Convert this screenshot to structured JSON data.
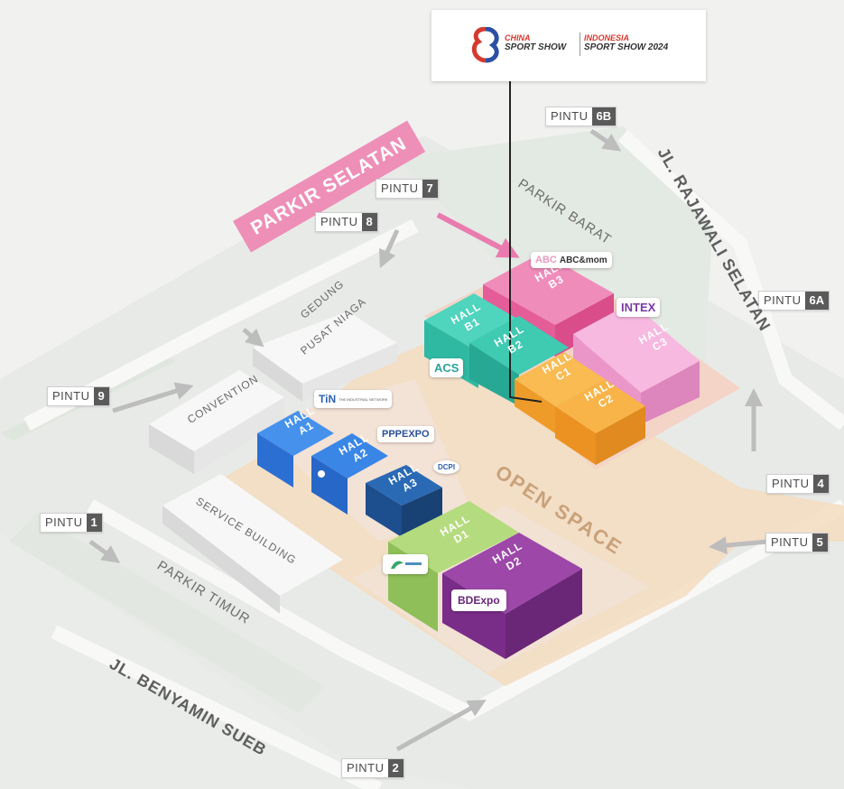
{
  "logo": {
    "line1_left": "CHINA",
    "line2_left": "SPORT SHOW",
    "line1_right": "INDONESIA",
    "line2_right": "SPORT SHOW 2024"
  },
  "banner": {
    "parkir_selatan": "PARKIR SELATAN"
  },
  "gates": [
    {
      "word": "PINTU",
      "num": "6B"
    },
    {
      "word": "PINTU",
      "num": "7"
    },
    {
      "word": "PINTU",
      "num": "8"
    },
    {
      "word": "PINTU",
      "num": "6A"
    },
    {
      "word": "PINTU",
      "num": "9"
    },
    {
      "word": "PINTU",
      "num": "4"
    },
    {
      "word": "PINTU",
      "num": "1"
    },
    {
      "word": "PINTU",
      "num": "5"
    },
    {
      "word": "PINTU",
      "num": "2"
    }
  ],
  "labels": {
    "road_rajawali": "JL. RAJAWALI SELATAN",
    "road_benyamin": "JL. BENYAMIN SUEB",
    "parkir_barat": "PARKIR BARAT",
    "parkir_timur": "PARKIR TIMUR",
    "gedung_line1": "GEDUNG",
    "gedung_line2": "PUSAT NIAGA",
    "convention": "CONVENTION",
    "service_building": "SERVICE BUILDING",
    "open_space": "OPEN SPACE"
  },
  "halls": [
    {
      "word": "HALL",
      "code": "B3"
    },
    {
      "word": "HALL",
      "code": "B1"
    },
    {
      "word": "HALL",
      "code": "B2"
    },
    {
      "word": "HALL",
      "code": "C3"
    },
    {
      "word": "HALL",
      "code": "C1"
    },
    {
      "word": "HALL",
      "code": "C2"
    },
    {
      "word": "HALL",
      "code": "A1"
    },
    {
      "word": "HALL",
      "code": "A2"
    },
    {
      "word": "HALL",
      "code": "A3"
    },
    {
      "word": "HALL",
      "code": "D1"
    },
    {
      "word": "HALL",
      "code": "D2"
    }
  ],
  "exhibitor_logos": {
    "abc": "ABC",
    "abcmom": "ABC&mom",
    "intex": "INTEX",
    "acs": "ACS",
    "tin": "TiN",
    "tin_sub": "THE INDUSTRIAL NETWORK",
    "ppp": "PPPEXPO",
    "dcpi": "DCPI",
    "bdexpo": "BDExpo"
  },
  "colors": {
    "teal": "#35c6b1",
    "pink": "#ef6aa2",
    "violet_pink": "#f2a8d8",
    "orange": "#f7a73a",
    "blue": "#2f7fe0",
    "navy": "#1f67b8",
    "green": "#a5cf6c",
    "purple": "#8e3a9c",
    "sand": "#f4dcc0",
    "banner_pink": "#ee8fb7"
  }
}
